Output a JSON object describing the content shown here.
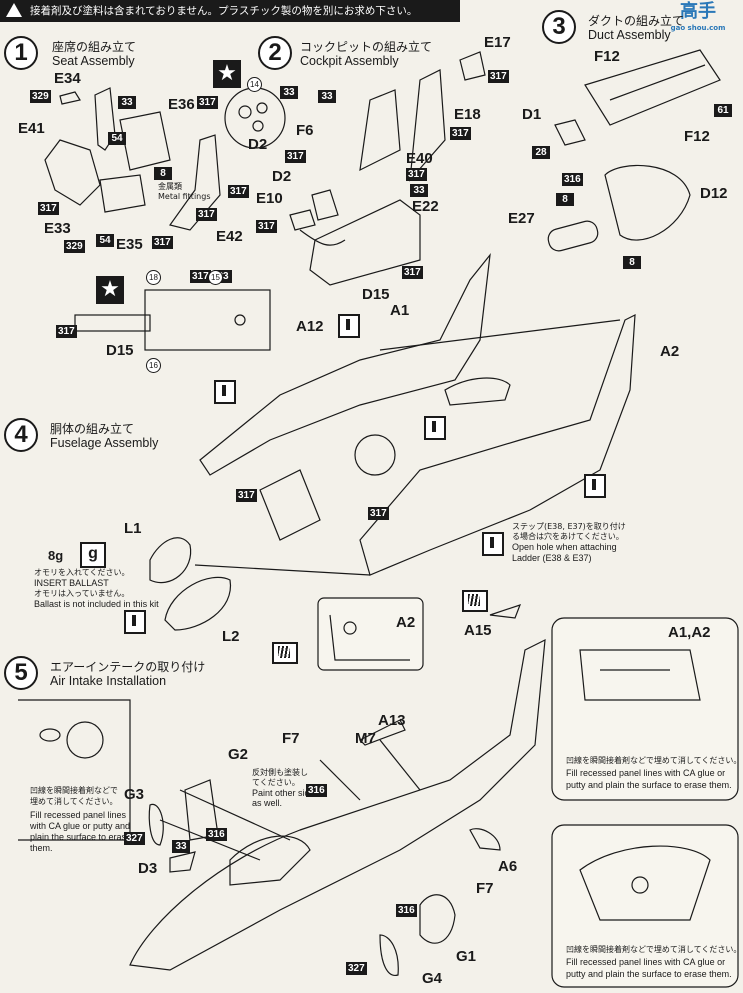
{
  "header": {
    "notice": "接着剤及び塗料は含まれておりません。プラスチック製の物を別にお求め下さい。"
  },
  "watermark": {
    "title": "高手",
    "sub": "gao shou.com"
  },
  "steps": [
    {
      "num": "1",
      "jp": "座席の組み立て",
      "en": "Seat Assembly"
    },
    {
      "num": "2",
      "jp": "コックピットの組み立て",
      "en": "Cockpit Assembly"
    },
    {
      "num": "3",
      "jp": "ダクトの組み立て",
      "en": "Duct Assembly"
    },
    {
      "num": "4",
      "jp": "胴体の組み立て",
      "en": "Fuselage Assembly"
    },
    {
      "num": "5",
      "jp": "エアーインテークの取り付け",
      "en": "Air Intake Installation"
    }
  ],
  "parts": {
    "e34": "E34",
    "e36": "E36",
    "e41": "E41",
    "e33": "E33",
    "e35": "E35",
    "e42": "E42",
    "d2_inst": "D2",
    "d2": "D2",
    "e17": "E17",
    "e18": "E18",
    "f6": "F6",
    "e40": "E40",
    "e10": "E10",
    "e22": "E22",
    "d15_cock": "D15",
    "d15": "D15",
    "f12a": "F12",
    "f12b": "F12",
    "d1": "D1",
    "d12": "D12",
    "e27": "E27",
    "a1": "A1",
    "a2": "A2",
    "a12": "A12",
    "l1": "L1",
    "l2": "L2",
    "a2_inset": "A2",
    "a15": "A15",
    "a1a2": "A1,A2",
    "a13": "A13",
    "f7a": "F7",
    "m7": "M7",
    "g2": "G2",
    "g3": "G3",
    "d3": "D3",
    "a6": "A6",
    "f7b": "F7",
    "g1": "G1",
    "g4": "G4",
    "ballast_weight": "8g",
    "ballast_glyph": "g"
  },
  "color_codes": {
    "c329a": "329",
    "c33a": "33",
    "c54a": "54",
    "c8a": "8",
    "c317a": "317",
    "c317b": "317",
    "c54b": "54",
    "c329b": "329",
    "c317c": "317",
    "c317d": "317",
    "c317e": "317",
    "c33b": "33",
    "c33c": "33",
    "c317f": "317",
    "c317g": "317",
    "c317h": "317",
    "c33d": "33",
    "c317i": "317",
    "c317j": "317",
    "c317k": "317",
    "c61": "61",
    "c28": "28",
    "c316a": "316",
    "c8b": "8",
    "c8c": "8",
    "c317l": "317",
    "c33e": "33",
    "c317m": "317",
    "c317n": "317",
    "c317o": "317",
    "c327a": "327",
    "c316b": "316",
    "c33f": "33",
    "c316c": "316",
    "c316d": "316",
    "c327b": "327"
  },
  "circled_numbers": {
    "n14": "14",
    "n18": "18",
    "n15": "15",
    "n16": "16"
  },
  "notes": {
    "metal_jp": "金属類",
    "metal_en": "Metal fittings",
    "ladder_jp1": "ステップ(E38, E37)を取り付け",
    "ladder_jp2": "る場合は穴をあけてください。",
    "ladder_en1": "Open hole when attaching",
    "ladder_en2": "Ladder (E38 & E37)",
    "ballast_jp1": "オモリを入れてください。",
    "ballast_en1": "INSERT BALLAST",
    "ballast_jp2": "オモリは入っていません。",
    "ballast_en2": "Ballast is not included in this kit",
    "paint_jp1": "反対側も塗装し",
    "paint_jp2": "てください。",
    "paint_en1": "Paint other side",
    "paint_en2": "as well.",
    "fill_jp_left1": "凹線を瞬間接着剤などで",
    "fill_jp_left2": "埋めて消してください。",
    "fill_en_left": "Fill recessed panel lines with CA glue or putty and plain the surface to erase them.",
    "fill_jp_r1": "凹線を瞬間接着剤などで埋めて消してください。",
    "fill_en_r1a": "Fill recessed panel lines with CA glue or",
    "fill_en_r1b": "putty and plain the surface to erase them.",
    "fill_jp_r2": "凹線を瞬間接着剤などで埋めて消してください。",
    "fill_en_r2a": "Fill recessed panel lines with CA glue or",
    "fill_en_r2b": "putty and plain the surface to erase them."
  }
}
